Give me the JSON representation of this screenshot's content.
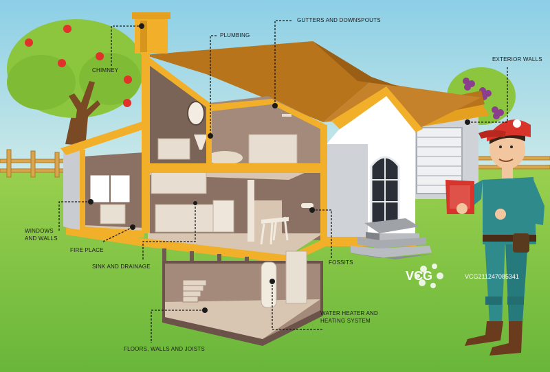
{
  "labels": {
    "chimney": "CHIMNEY",
    "plumbing": "PLUMBING",
    "gutters": "GUTTERS AND DOWNSPOUTS",
    "exterior_walls": "EXTERIOR WALLS",
    "windows_walls_1": "WINDOWS",
    "windows_walls_2": "AND WALLS",
    "fire_place": "FIRE PLACE",
    "sink_drainage": "SINK AND DRAINAGE",
    "fossits": "FOSSITS",
    "water_heater_1": "WATER HEATER AND",
    "water_heater_2": "HEATING SYSTEM",
    "floors": "FLOORS, WALLS AND JOISTS"
  },
  "watermark": {
    "logo": "VCG",
    "code": "VCG211247085341"
  },
  "colors": {
    "sky_top": "#8fd0e8",
    "sky_bottom": "#e6f4e2",
    "grass": "#7cc242",
    "roof": "#b8741a",
    "trim": "#f2b02a",
    "interior": "#d8c6b2",
    "interior_dark": "#7a6458",
    "wall_gray": "#cfd2d6",
    "uniform": "#2f8a8c",
    "cap": "#d9342b"
  }
}
